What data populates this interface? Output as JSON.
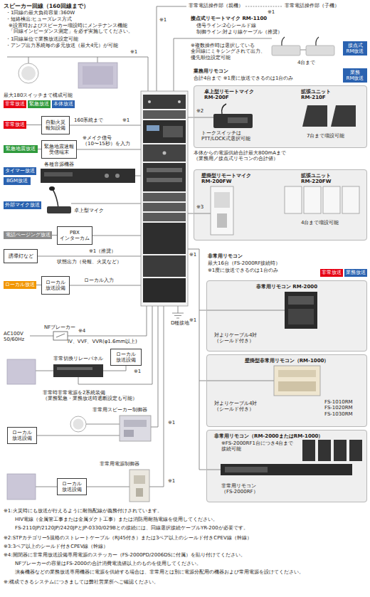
{
  "diagram": {
    "nodes": [
      {
        "text": [
          "非常放送"
        ]
      },
      {
        "text": [
          "緊急放送"
        ]
      },
      {
        "text": [
          "本体放送"
        ]
      },
      {
        "text": [
          "非常放送"
        ]
      },
      {
        "text": [
          "自動火災 報知設備"
        ]
      },
      {
        "text": [
          "緊急地震放送"
        ]
      },
      {
        "text": [
          "緊急地震速報 受信端末"
        ]
      },
      {
        "text": [
          "タイマー放送"
        ]
      },
      {
        "text": [
          "BGM放送"
        ]
      },
      {
        "text": [
          "外部マイク放送"
        ]
      },
      {
        "text": [
          "電話ページング放送"
        ]
      },
      {
        "text": [
          "PBX インターカム"
        ]
      },
      {
        "text": [
          "誘導灯など"
        ]
      },
      {
        "text": [
          "ローカル放送"
        ]
      },
      {
        "text": [
          "ローカル 放送設備"
        ]
      },
      {
        "text": [
          "ローカル 放送設備"
        ]
      },
      {
        "text": [
          "ローカル 放送設備"
        ]
      },
      {
        "text": [
          "ローカル 放送設備"
        ]
      },
      {
        "text": [
          "接点式 RM放送"
        ]
      },
      {
        "text": [
          "業務 RM放送"
        ]
      },
      {
        "text": [
          "卓上型リモートマイク RM-200F",
          "拡張ユニット RM-210F",
          "トークスイッチは PTT/LOCK式選択可能",
          "7台まで増設可能"
        ]
      },
      {
        "text": [
          "壁掛型リモートマイク RM-200FW",
          "拡張ユニット RM-220FW",
          "4台まで増設可能"
        ]
      },
      {
        "text": [
          "非常放送"
        ]
      },
      {
        "text": [
          "業務放送"
        ]
      },
      {
        "text": [
          "非常用リモコン RM-2000",
          "対よりケーブル4対 （シールド付き）"
        ]
      },
      {
        "text": [
          "壁掛型非常用リモコン（RM-1000）",
          "対よりケーブル4対 （シールド付き）",
          "FS-1010RM FS-1020RM FS-1030RM"
        ]
      },
      {
        "text": [
          "非常用リモコン（RM-2000またはRM-1000）",
          "※FS-2000RF1台につき4台まで 接続可能",
          "非常用リモコン （FS-2000RF）"
        ]
      }
    ],
    "edges": [
      {
        "from": 3,
        "to": 4,
        "arrow": "none"
      },
      {
        "from": 5,
        "to": 6,
        "arrow": "none"
      },
      {
        "from": 10,
        "to": 11,
        "arrow": "none"
      },
      {
        "from": 13,
        "to": 14,
        "arrow": "none"
      }
    ],
    "labels": [
      "スピーカー回線（160回線まで）",
      "・1回線の最大負荷容量:360W",
      "・短絡検出:ヒューズレス方式",
      "※設置時およびスピーカー増設時にメンテナンス機能 「回線インピーダンス測定」を必ず実施してください。",
      "・1回線単位で業務放送設定可能",
      "・アンプ出力系統毎の多元放送（最大4元）が可能",
      "※1",
      "最大180スイッチまで構成可能",
      "160系統まで",
      "※1",
      "※メイク信号 （10〜15秒）を入力",
      "各種音源機器",
      "卓上型マイク",
      "※1（推奨）",
      "状態出力（発報、火災など）",
      "ローカル入力",
      "D種接地",
      "NFブレーカー",
      "AC100V 50/60Hz",
      "※4",
      "IV、VVF、VVR(φ1.6mm以上)",
      "非常切換リレーパネル",
      "※1",
      "非常時非常電源を2系統装備 （業務緊急・業務放送時遮断設定も可能）",
      "非常用スピーカー制御器",
      "※1",
      "非常用電源制御器",
      "※1",
      "非常電話操作部（親機）",
      "※1",
      "非常電話操作部（子機）",
      "※1",
      "接点式リモートマイク RM-1100",
      "信号ライン:2心シールド線",
      "制御ライン:対より線ケーブル（推奨）",
      "※複数操作時は選択している 全回線にミキシングされて出力、 優先順位設定可能",
      "4台まで",
      "業務用リモコン",
      "合計4台まで ※1度に放送できるのは1台のみ",
      "※2",
      "本体からの電源供給合計最大800mAまで （業務用／接点式リモコンの合計値）",
      "※3",
      "※1",
      "※1",
      "非常用リモコン",
      "最大16台（FS-2000RF接続時）",
      "※1度に放送できるのは1台のみ",
      "※1:火災時にも放送が行えるように耐熱配線が義務付けされています。 HIV電線（金属管工事または金属ダクト工事）または消防用耐熱電線を使用してください。 FS-2110JP/2120JP/2420JPとJP-0330/029Bとの接続には、回線選択接続ケーブルYR-200が必要です。",
      "※2:STPカテゴリー5規格のストレートケーブル（RJ45付き）または3ペア以上のシールド付きCPEV線（幹線）",
      "※3:3ペア以上のシールド付きCPEV線（幹線）",
      "※4:開閉器に非常用放送設備専用電源のステッカー（FS-2000PD/2006DSに付属）を貼り付けてください。 NFブレーカーの容量はFS-2000の合計消費電流値以上のものを使用してください。 演奏機器などの業務放送専用機器に電源を供給する場合は、非常用とは別に電源分配用の機器および常用電源を設けてください。",
      "※:構成できるシステムにつきましては弊社営業所へご確認ください。"
    ]
  }
}
